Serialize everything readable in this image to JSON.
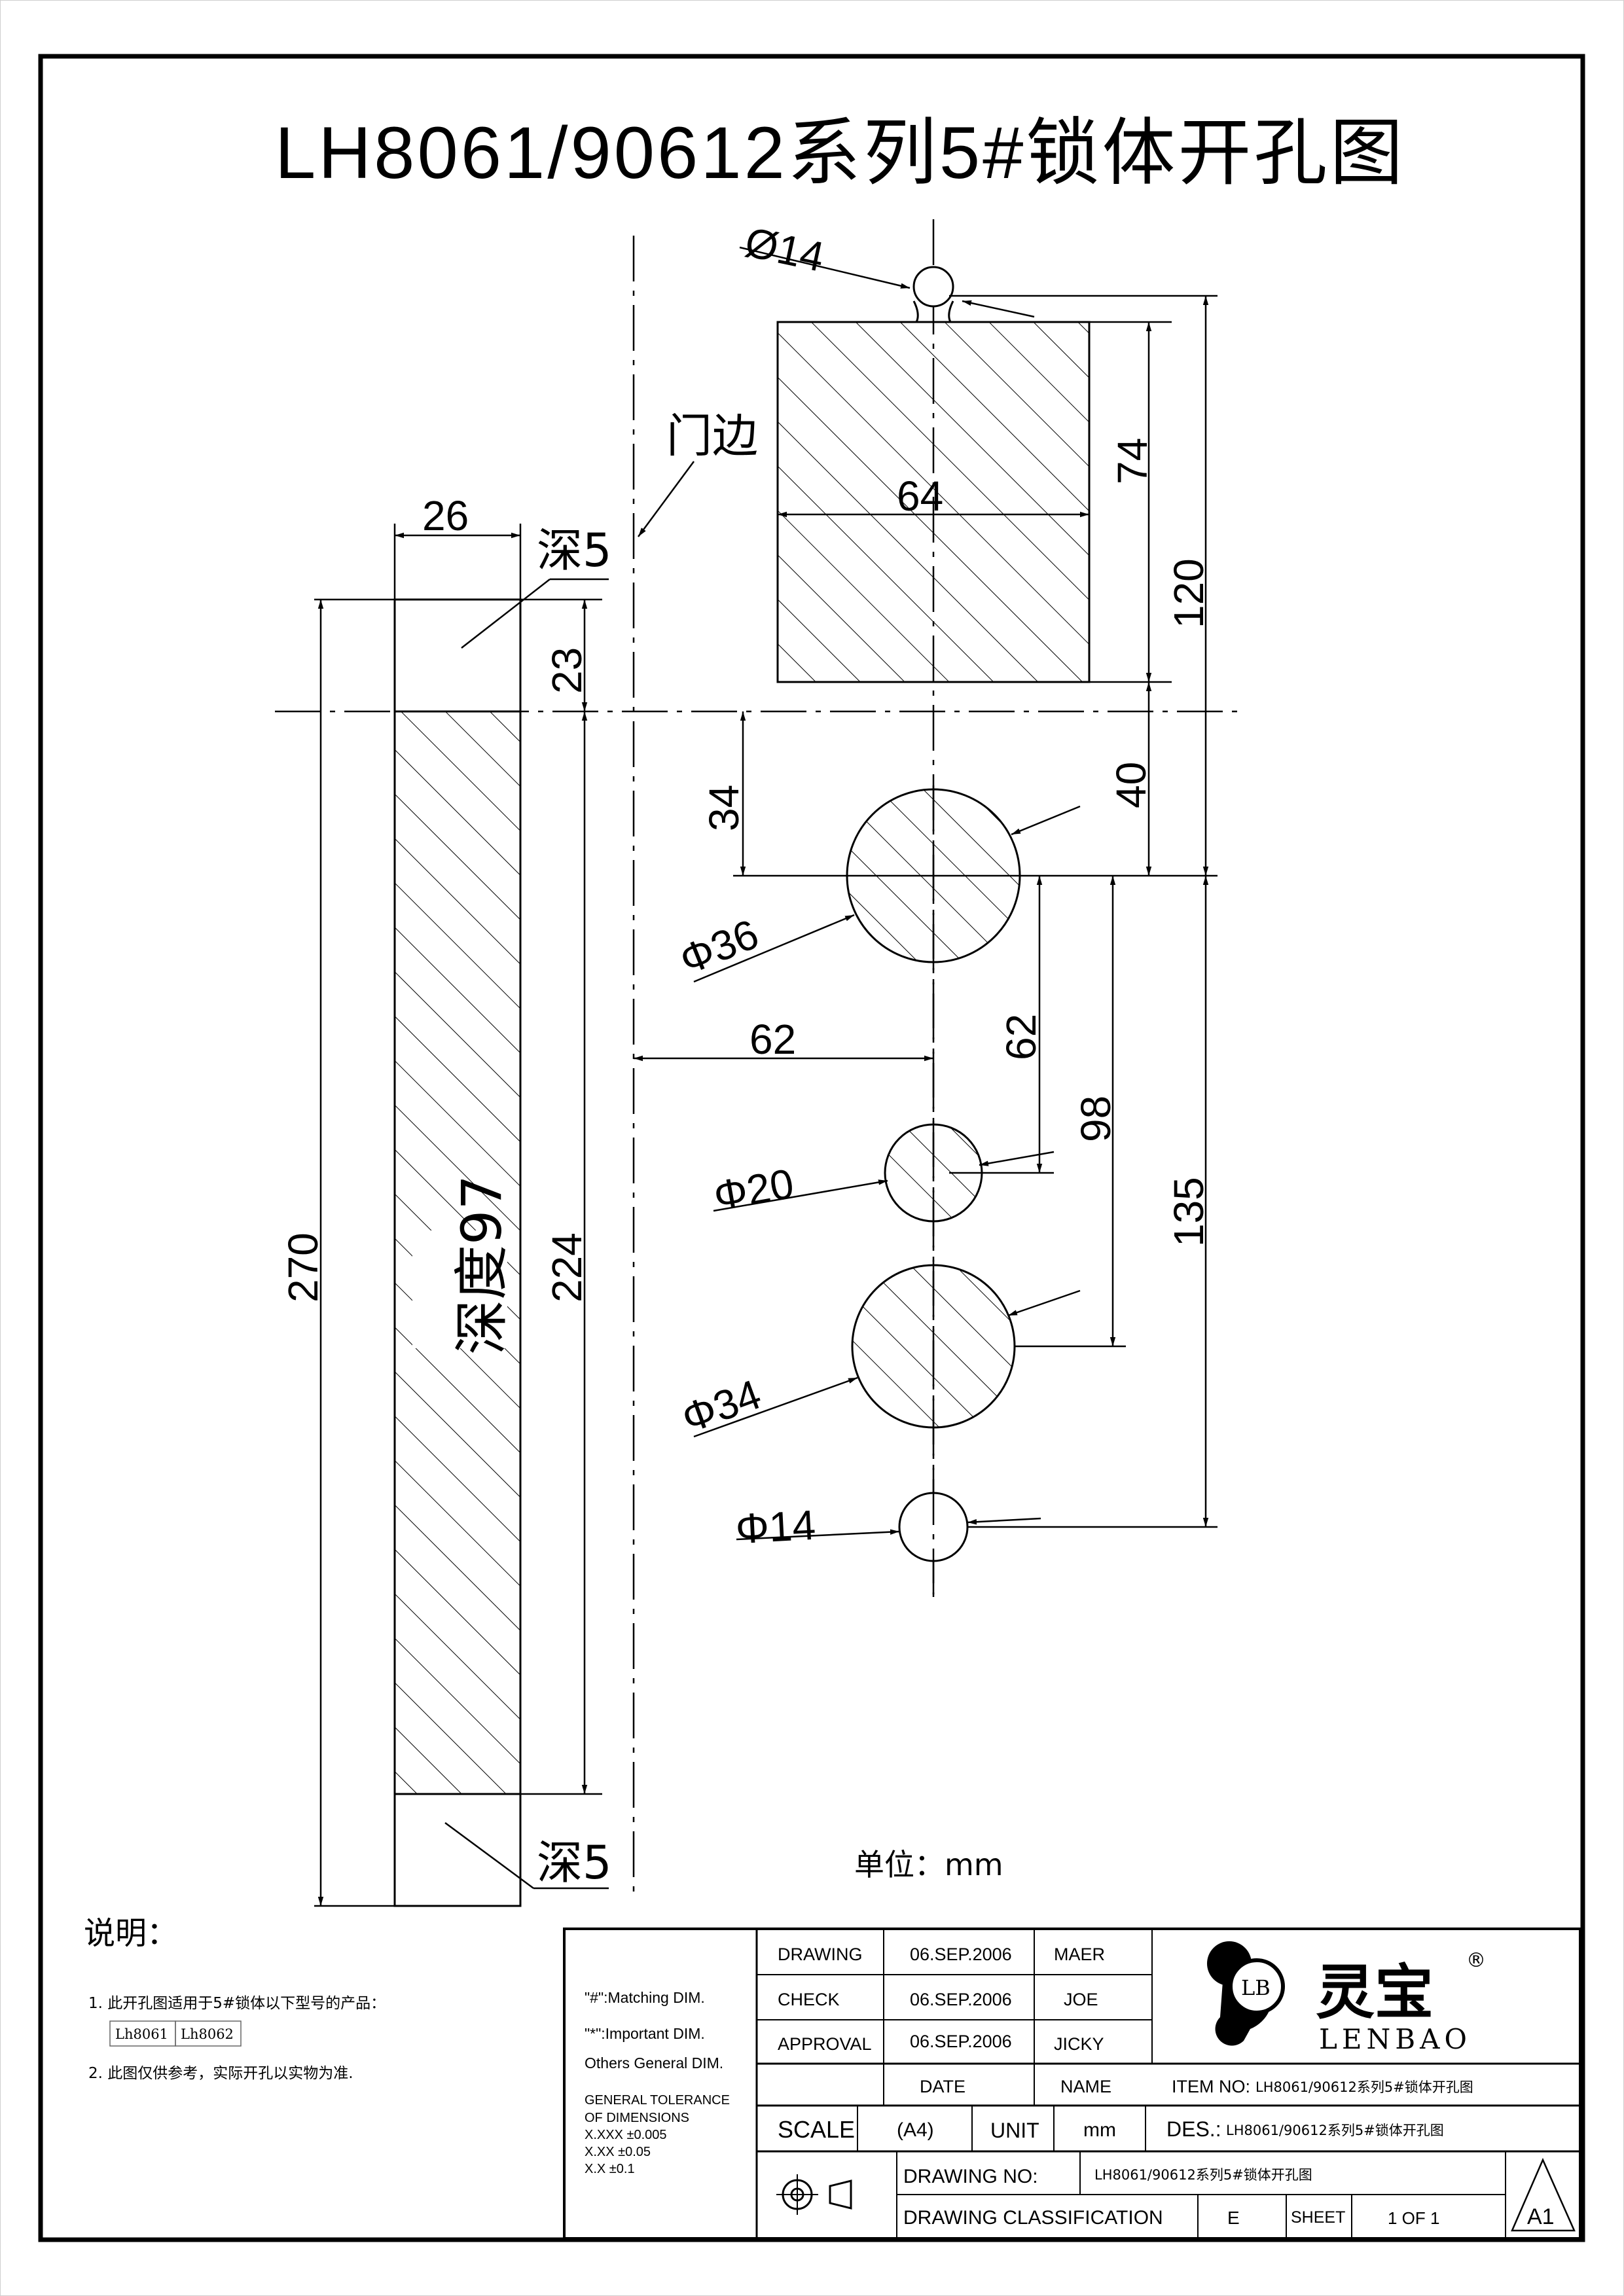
{
  "title": "LH8061/90612系列5#锁体开孔图",
  "labels": {
    "door_edge": "门边",
    "depth5_top": "深5",
    "depth5_bottom": "深5",
    "depth97": "深度97",
    "unit": "单位：mm",
    "notes_heading": "说明："
  },
  "dimensions": {
    "d_top": "Ø14",
    "w64": "64",
    "h74": "74",
    "h120": "120",
    "w26": "26",
    "h23": "23",
    "h34": "34",
    "h40": "40",
    "d36": "Φ36",
    "w62": "62",
    "h62": "62",
    "h98": "98",
    "h135": "135",
    "d20": "Φ20",
    "h270": "270",
    "h224": "224",
    "d34": "Φ34",
    "d14": "Φ14"
  },
  "notes": {
    "line1": "1. 此开孔图适用于5#锁体以下型号的产品：",
    "models": [
      "Lh8061",
      "Lh8062"
    ],
    "line2": "2. 此图仅供参考，实际开孔以实物为准."
  },
  "legend": {
    "matching": "\"#\":Matching DIM.",
    "important": "\"*\":Important DIM.",
    "others": "Others General DIM.",
    "tol_title_1": "GENERAL TOLERANCE",
    "tol_title_2": "OF DIMENSIONS",
    "tol_xxx": "X.XXX   ±0.005",
    "tol_xx": "X.XX     ±0.05",
    "tol_x": "X.X        ±0.1"
  },
  "title_block": {
    "drawing_label": "DRAWING",
    "drawing_date": "06.SEP.2006",
    "drawing_name": "MAER",
    "check_label": "CHECK",
    "check_date": "06.SEP.2006",
    "check_name": "JOE",
    "approval_label": "APPROVAL",
    "approval_date": "06.SEP.2006",
    "approval_name": "JICKY",
    "date_header": "DATE",
    "name_header": "NAME",
    "item_no_label": "ITEM NO:",
    "item_no_value": "LH8061/90612系列5#锁体开孔图",
    "scale_label": "SCALE",
    "scale_value": "(A4)",
    "unit_label": "UNIT",
    "unit_value": "mm",
    "des_label": "DES.:",
    "des_value": "LH8061/90612系列5#锁体开孔图",
    "drawing_no_label": "DRAWING NO:",
    "drawing_no_value": "LH8061/90612系列5#锁体开孔图",
    "classification_label": "DRAWING CLASSIFICATION",
    "classification_value": "E",
    "sheet_label": "SHEET",
    "sheet_value": "1 OF 1",
    "size_value": "A1"
  },
  "brand": {
    "logo_initials": "LB",
    "cn_name": "灵宝",
    "en_name": "LENBAO",
    "registered": "®"
  }
}
